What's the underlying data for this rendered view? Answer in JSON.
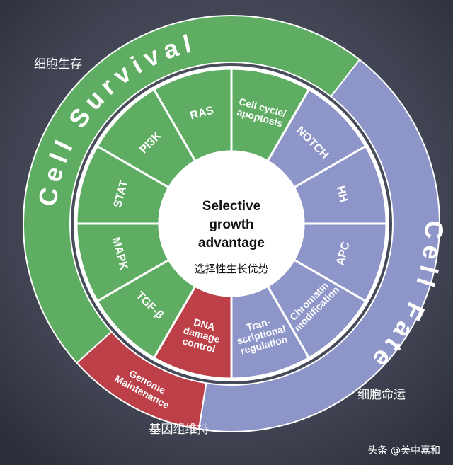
{
  "center": {
    "title_lines": [
      "Selective",
      "growth",
      "advantage"
    ],
    "subtitle": "选择性生长优势"
  },
  "outer_labels": {
    "cell_survival": "Cell Survival",
    "cell_survival_cn": "细胞生存",
    "cell_fate": "Cell Fate",
    "cell_fate_cn": "细胞命运",
    "genome_maintenance": [
      "Genome",
      "Maintenance"
    ],
    "genome_maintenance_cn": "基因组维持"
  },
  "segments": [
    {
      "id": "cell-cycle-apoptosis",
      "lines": [
        "Cell cycle/",
        "apoptosis"
      ],
      "group": "survival"
    },
    {
      "id": "notch",
      "lines": [
        "NOTCH"
      ],
      "group": "fate"
    },
    {
      "id": "hh",
      "lines": [
        "HH"
      ],
      "group": "fate"
    },
    {
      "id": "apc",
      "lines": [
        "APC"
      ],
      "group": "fate"
    },
    {
      "id": "chromatin-modification",
      "lines": [
        "Chromatin",
        "modification"
      ],
      "group": "fate"
    },
    {
      "id": "transcriptional-regulation",
      "lines": [
        "Tran-",
        "scriptional",
        "regulation"
      ],
      "group": "fate"
    },
    {
      "id": "dna-damage-control",
      "lines": [
        "DNA",
        "damage",
        "control"
      ],
      "group": "genome"
    },
    {
      "id": "tgf-beta",
      "lines": [
        "TGF-β"
      ],
      "group": "survival"
    },
    {
      "id": "mapk",
      "lines": [
        "MAPK"
      ],
      "group": "survival"
    },
    {
      "id": "stat",
      "lines": [
        "STAT"
      ],
      "group": "survival"
    },
    {
      "id": "pi3k",
      "lines": [
        "PI3K"
      ],
      "group": "survival"
    },
    {
      "id": "ras",
      "lines": [
        "RAS"
      ],
      "group": "survival"
    }
  ],
  "watermark": "头条 @美中嘉和",
  "colors": {
    "survival": "#5fad63",
    "fate": "#8d95c9",
    "genome": "#bd3f47",
    "background": "#3d4150"
  }
}
